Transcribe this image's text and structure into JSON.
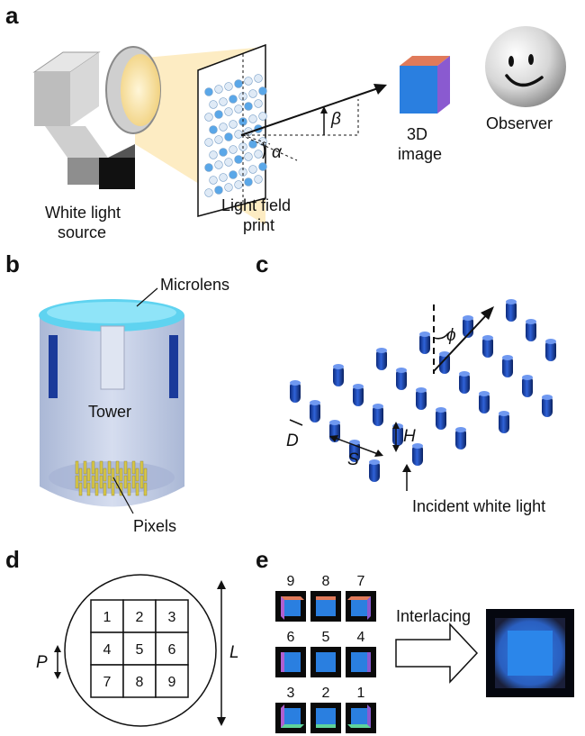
{
  "panels": {
    "a": "a",
    "b": "b",
    "c": "c",
    "d": "d",
    "e": "e"
  },
  "panel_a": {
    "source_label_1": "White light",
    "source_label_2": "source",
    "print_label_1": "Light field",
    "print_label_2": "print",
    "image_label_1": "3D",
    "image_label_2": "image",
    "observer_label": "Observer",
    "alpha": "α",
    "beta": "β"
  },
  "panel_b": {
    "microlens_label": "Microlens",
    "tower_label": "Tower",
    "pixels_label": "Pixels"
  },
  "panel_c": {
    "phi": "ϕ",
    "h_label": "H",
    "d_label": "D",
    "s_label": "S",
    "incident_label": "Incident white light"
  },
  "panel_d": {
    "grid_numbers": [
      "1",
      "2",
      "3",
      "4",
      "5",
      "6",
      "7",
      "8",
      "9"
    ],
    "p_label": "P",
    "l_label": "L"
  },
  "panel_e": {
    "view_numbers": [
      "9",
      "8",
      "7",
      "6",
      "5",
      "4",
      "3",
      "2",
      "1"
    ],
    "interlacing_label": "Interlacing"
  },
  "colors": {
    "pillar_blue": "#1f4fc0",
    "cube_blue": "#2a7fe0",
    "lens_cyan": "#5fd3f0",
    "light_beam": "#fde9b8",
    "pixel_yellow": "#d8c84a"
  },
  "icons": [
    "lamp-icon",
    "observer-face-icon",
    "cube-icon",
    "arrow-right-icon"
  ]
}
